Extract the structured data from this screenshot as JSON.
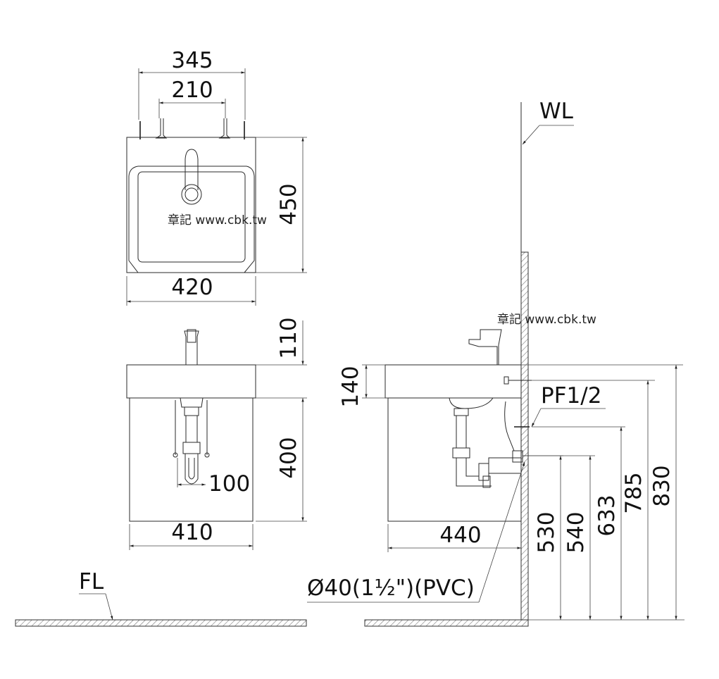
{
  "labels": {
    "top_w1": "345",
    "top_w2": "210",
    "top_depth": "450",
    "top_width": "420",
    "front_tap_h": "110",
    "front_cab_h": "400",
    "front_trap": "100",
    "front_width": "410",
    "side_basin_h": "140",
    "side_depth": "440",
    "pf": "PF1/2",
    "drain": "Ø40(1½\")(PVC)",
    "h530": "530",
    "h540": "540",
    "h633": "633",
    "h785": "785",
    "h830": "830",
    "wl": "WL",
    "fl": "FL"
  },
  "watermark": "章記 www.cbk.tw"
}
